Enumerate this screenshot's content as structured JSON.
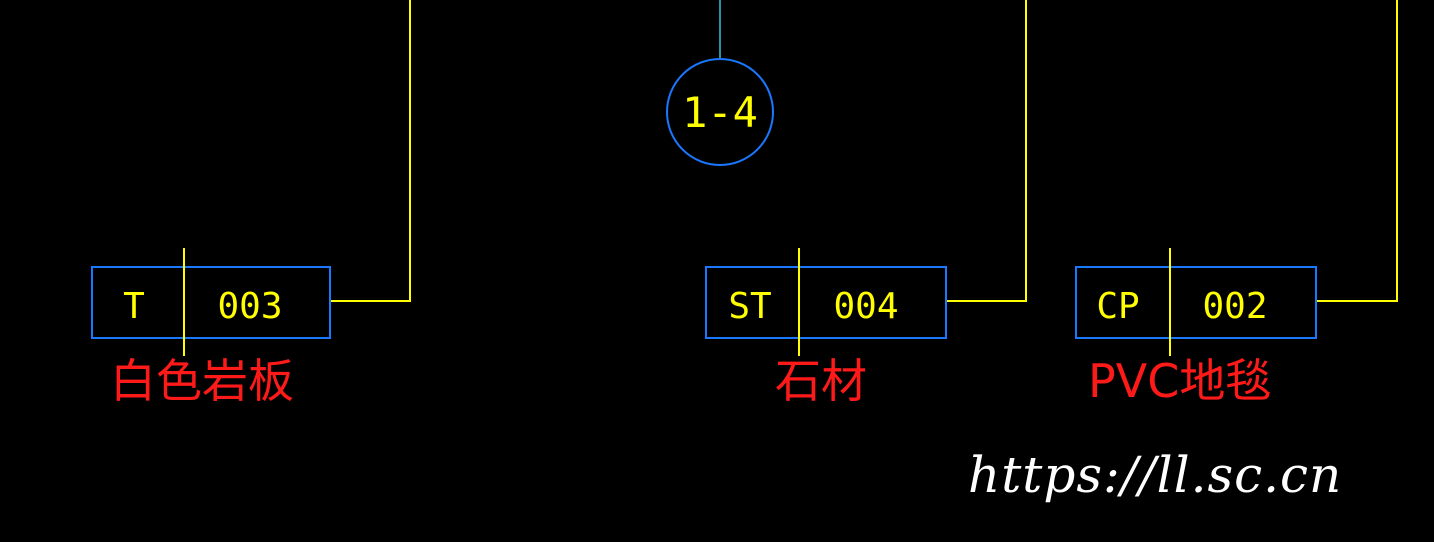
{
  "detail_marker": {
    "label": "1-4",
    "stroke_color": "#1a78ff",
    "text_color": "#ffff00"
  },
  "material_tags": [
    {
      "code": "T",
      "number": "003",
      "name": "白色岩板"
    },
    {
      "code": "ST",
      "number": "004",
      "name": "石材"
    },
    {
      "code": "CP",
      "number": "002",
      "name": "PVC地毯"
    }
  ],
  "colors": {
    "background": "#000000",
    "leader": "#ffff00",
    "tag_border": "#1a78ff",
    "label": "#ff1a1a"
  },
  "watermark": "https://ll.sc.cn"
}
